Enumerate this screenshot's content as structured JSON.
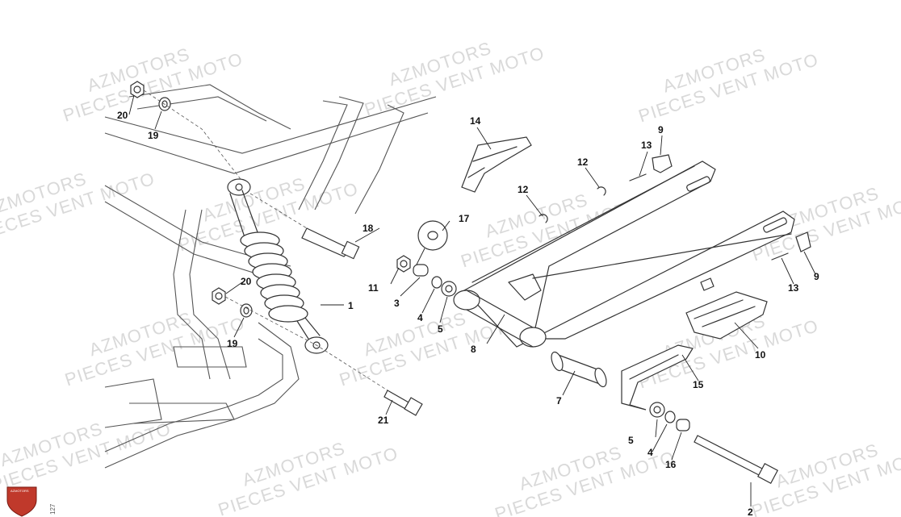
{
  "watermark": {
    "line1": "AZMOTORS",
    "line2": "PIECES VENT MOTO"
  },
  "logo": {
    "text": "AZMOTORS",
    "color": "#c0392b"
  },
  "page_number": "127",
  "callouts": [
    {
      "id": "c1",
      "label": "1"
    },
    {
      "id": "c2",
      "label": "2"
    },
    {
      "id": "c3",
      "label": "3"
    },
    {
      "id": "c4a",
      "label": "4"
    },
    {
      "id": "c4b",
      "label": "4"
    },
    {
      "id": "c5a",
      "label": "5"
    },
    {
      "id": "c5b",
      "label": "5"
    },
    {
      "id": "c7",
      "label": "7"
    },
    {
      "id": "c8",
      "label": "8"
    },
    {
      "id": "c9a",
      "label": "9"
    },
    {
      "id": "c9b",
      "label": "9"
    },
    {
      "id": "c10",
      "label": "10"
    },
    {
      "id": "c11",
      "label": "11"
    },
    {
      "id": "c12a",
      "label": "12"
    },
    {
      "id": "c12b",
      "label": "12"
    },
    {
      "id": "c13a",
      "label": "13"
    },
    {
      "id": "c13b",
      "label": "13"
    },
    {
      "id": "c14",
      "label": "14"
    },
    {
      "id": "c15",
      "label": "15"
    },
    {
      "id": "c16",
      "label": "16"
    },
    {
      "id": "c17",
      "label": "17"
    },
    {
      "id": "c18",
      "label": "18"
    },
    {
      "id": "c19a",
      "label": "19"
    },
    {
      "id": "c19b",
      "label": "19"
    },
    {
      "id": "c20a",
      "label": "20"
    },
    {
      "id": "c20b",
      "label": "20"
    },
    {
      "id": "c21",
      "label": "21"
    }
  ]
}
